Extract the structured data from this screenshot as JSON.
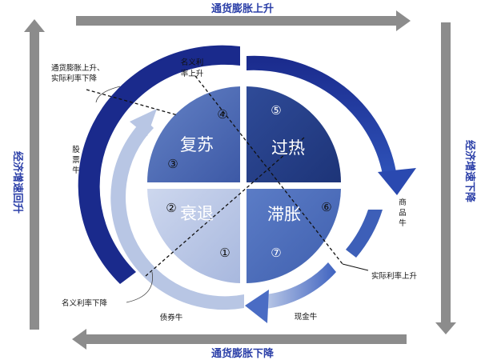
{
  "edges": {
    "top": "通货膨胀上升",
    "bottom": "通货膨胀下降",
    "left": "经济增速回升",
    "right": "经济增速下降"
  },
  "quadrants": {
    "recovery": {
      "label": "复苏",
      "nums": [
        "④",
        "③"
      ]
    },
    "overheat": {
      "label": "过热",
      "nums": [
        "⑤"
      ]
    },
    "recession": {
      "label": "衰退",
      "nums": [
        "②",
        "①"
      ]
    },
    "stagflation": {
      "label": "滞胀",
      "nums": [
        "⑥",
        "⑦"
      ]
    }
  },
  "annotations": {
    "nominal_up": [
      "名义利",
      "率上升"
    ],
    "infl_up_real_down": [
      "通货膨胀上升、",
      "实际利率下降"
    ],
    "stock_bull": [
      "股",
      "票",
      "牛"
    ],
    "commodity_bull": [
      "商",
      "品",
      "牛"
    ],
    "real_rate_up": "实际利率上升",
    "nominal_down": "名义利率下降",
    "bond_bull": "债券牛",
    "cash_bull": "现金牛"
  },
  "colors": {
    "edge_arrow": "#8c8c8c",
    "outer_arc": "#1a2a8c",
    "inner_arc": "#b8c6e4",
    "overheat": "#253f8a",
    "recovery": "#4d6bb5",
    "stagflation": "#4f6fbe",
    "recession": "#c0cce8"
  }
}
